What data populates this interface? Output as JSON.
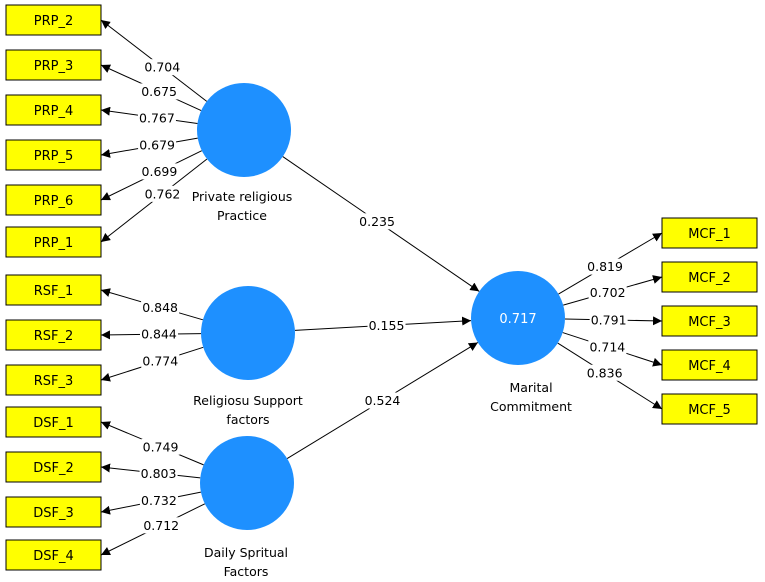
{
  "constructs": [
    {
      "id": "prp",
      "label_lines": [
        "Private religious",
        "Practice"
      ],
      "r2": ""
    },
    {
      "id": "rsf",
      "label_lines": [
        "Religiosu Support",
        "factors"
      ],
      "r2": ""
    },
    {
      "id": "dsf",
      "label_lines": [
        "Daily Spritual",
        "Factors"
      ],
      "r2": ""
    },
    {
      "id": "mcf",
      "label_lines": [
        "Marital",
        "Commitment"
      ],
      "r2": "0.717"
    }
  ],
  "indicators": [
    {
      "label": "PRP_2",
      "construct": "prp",
      "loading": "0.704"
    },
    {
      "label": "PRP_3",
      "construct": "prp",
      "loading": "0.675"
    },
    {
      "label": "PRP_4",
      "construct": "prp",
      "loading": "0.767"
    },
    {
      "label": "PRP_5",
      "construct": "prp",
      "loading": "0.679"
    },
    {
      "label": "PRP_6",
      "construct": "prp",
      "loading": "0.699"
    },
    {
      "label": "PRP_1",
      "construct": "prp",
      "loading": "0.762"
    },
    {
      "label": "RSF_1",
      "construct": "rsf",
      "loading": "0.848"
    },
    {
      "label": "RSF_2",
      "construct": "rsf",
      "loading": "0.844"
    },
    {
      "label": "RSF_3",
      "construct": "rsf",
      "loading": "0.774"
    },
    {
      "label": "DSF_1",
      "construct": "dsf",
      "loading": "0.749"
    },
    {
      "label": "DSF_2",
      "construct": "dsf",
      "loading": "0.803"
    },
    {
      "label": "DSF_3",
      "construct": "dsf",
      "loading": "0.732"
    },
    {
      "label": "DSF_4",
      "construct": "dsf",
      "loading": "0.712"
    },
    {
      "label": "MCF_1",
      "construct": "mcf",
      "loading": "0.819"
    },
    {
      "label": "MCF_2",
      "construct": "mcf",
      "loading": "0.702"
    },
    {
      "label": "MCF_3",
      "construct": "mcf",
      "loading": "0.791"
    },
    {
      "label": "MCF_4",
      "construct": "mcf",
      "loading": "0.714"
    },
    {
      "label": "MCF_5",
      "construct": "mcf",
      "loading": "0.836"
    }
  ],
  "paths": [
    {
      "from": "prp",
      "to": "mcf",
      "coefficient": "0.235"
    },
    {
      "from": "rsf",
      "to": "mcf",
      "coefficient": "0.155"
    },
    {
      "from": "dsf",
      "to": "mcf",
      "coefficient": "0.524"
    }
  ],
  "colors": {
    "indicator_fill": "#ffff00",
    "construct_fill": "#1e90ff"
  }
}
